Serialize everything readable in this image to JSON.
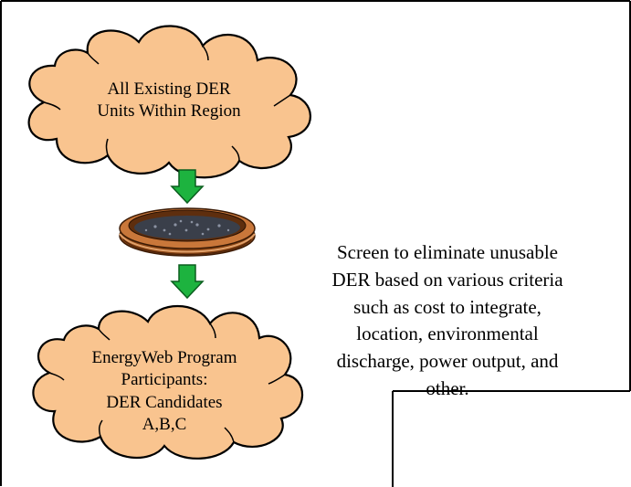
{
  "diagram": {
    "top_cloud": {
      "lines": [
        "All Existing DER",
        "Units Within Region"
      ]
    },
    "bottom_cloud": {
      "lines": [
        "EnergyWeb Program",
        "Participants:",
        "DER Candidates",
        "A,B,C"
      ]
    },
    "screen_description": {
      "lines": [
        "Screen to eliminate unusable",
        "DER based on various criteria",
        "such as cost to integrate,",
        "location, environmental",
        "discharge, power output, and",
        "other."
      ]
    },
    "colors": {
      "cloud_fill": "#F9C48F",
      "arrow_fill": "#1DB33F",
      "sieve_wood": "#B5652A",
      "outline": "#000000"
    },
    "icons": [
      "cloud-shape",
      "down-arrow-icon",
      "sieve-icon"
    ]
  }
}
